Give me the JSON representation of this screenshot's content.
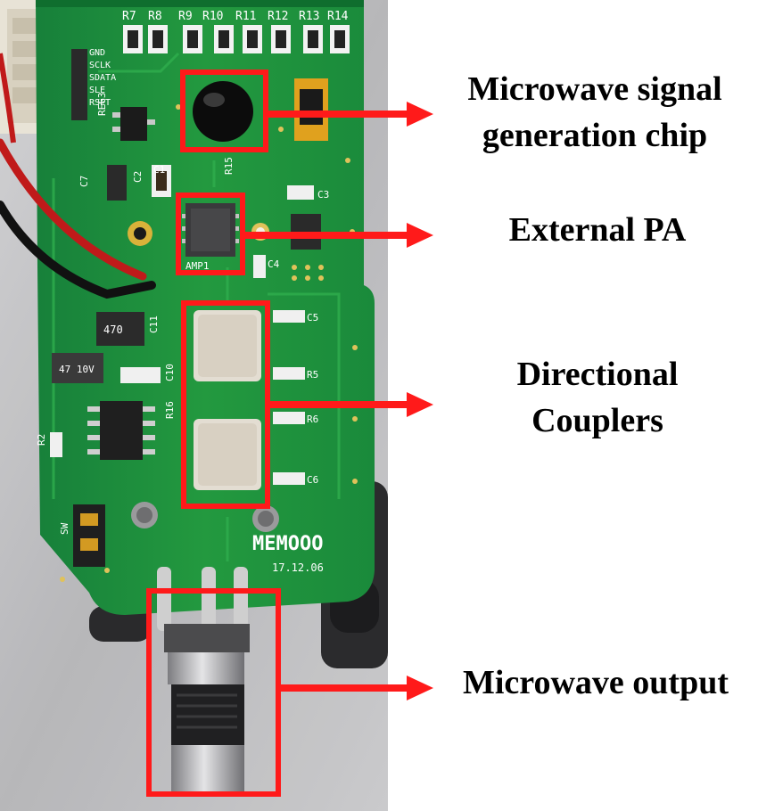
{
  "colors": {
    "pcb_green": "#1f8f3c",
    "annotation_red": "#ff1a1a",
    "metal_bg": "#b7b7b9"
  },
  "pcb": {
    "silkscreen_brand": "MEMOOO",
    "silkscreen_date": "17.12.06",
    "resistor_labels": [
      "R7",
      "R8",
      "R9",
      "R10",
      "R11",
      "R12",
      "R13",
      "R14"
    ],
    "pin_labels": [
      "GND",
      "SCLK",
      "SDATA",
      "SLE",
      "RSET"
    ],
    "component_labels": {
      "reg3": "REG3",
      "amp1": "AMP1",
      "r15": "R15",
      "c1": "C1",
      "c2": "C2",
      "c3": "C3",
      "c4": "C4",
      "c5": "C5",
      "c6": "C6",
      "c7": "C7",
      "c10": "C10",
      "c11": "C11",
      "r5": "R5",
      "r6": "R6",
      "r2": "R2",
      "r16": "R16",
      "sw": "SW",
      "inductor_value": "470",
      "cap_value": "47 10V"
    }
  },
  "callouts": {
    "signal_chip": {
      "line1": "Microwave signal",
      "line2": "generation chip"
    },
    "external_pa": {
      "line1": "External PA"
    },
    "couplers": {
      "line1": "Directional",
      "line2": "Couplers"
    },
    "output": {
      "line1": "Microwave output"
    }
  }
}
